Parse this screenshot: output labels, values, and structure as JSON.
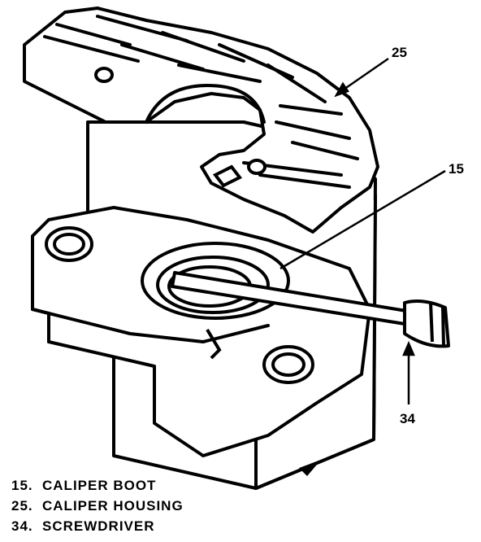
{
  "callouts": {
    "housing": "25",
    "boot": "15",
    "screwdriver": "34"
  },
  "legend": [
    {
      "number": "15.",
      "label": "CALIPER BOOT"
    },
    {
      "number": "25.",
      "label": "CALIPER HOUSING"
    },
    {
      "number": "34.",
      "label": "SCREWDRIVER"
    }
  ]
}
